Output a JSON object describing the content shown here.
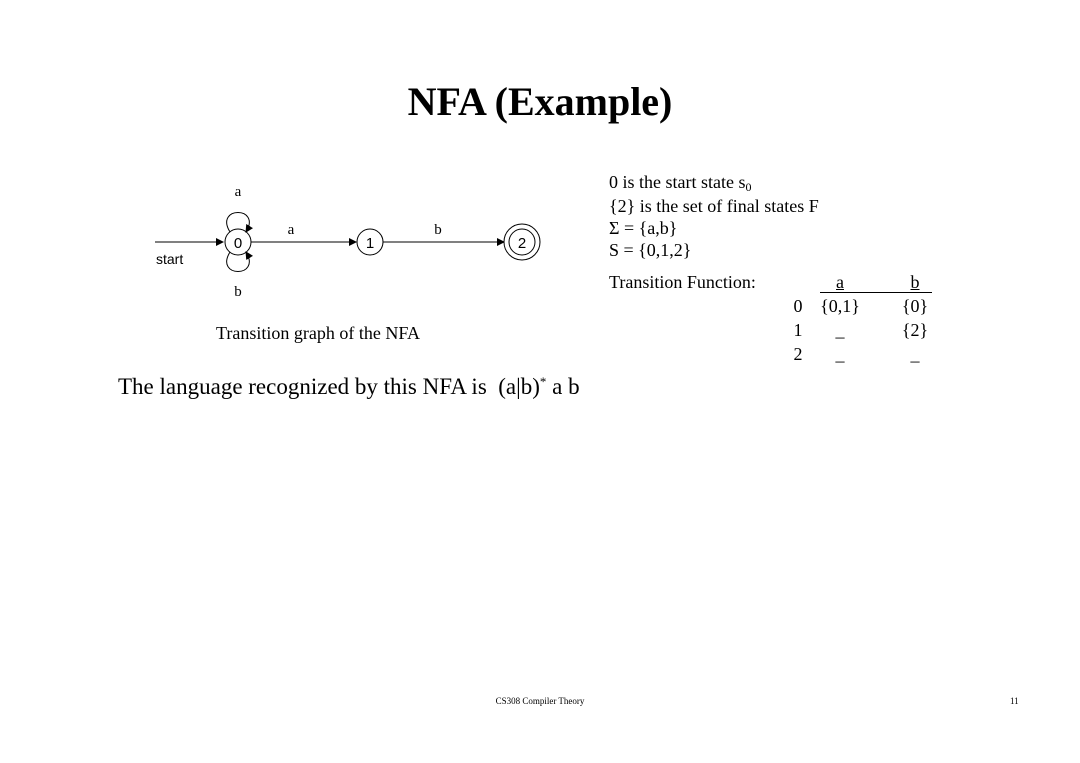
{
  "slide": {
    "title": "NFA (Example)"
  },
  "diagram": {
    "start_label": "start",
    "states": [
      "0",
      "1",
      "2"
    ],
    "transitions": [
      {
        "from": "0",
        "to": "1",
        "label": "a"
      },
      {
        "from": "1",
        "to": "2",
        "label": "b"
      }
    ],
    "self_loops": [
      {
        "state": "0",
        "label": "a",
        "position": "top"
      },
      {
        "state": "0",
        "label": "b",
        "position": "bottom"
      }
    ],
    "final_state": "2",
    "caption": "Transition graph of the NFA"
  },
  "info": {
    "start_state_text": "0  is the start state s",
    "start_state_sub": "0",
    "final_states_text": "{2} is the set of final states F",
    "alphabet_text": "Σ = {a,b}",
    "states_text": "S = {0,1,2}",
    "transition_function_label": "Transition Function:"
  },
  "transition_table": {
    "columns": [
      "a",
      "b"
    ],
    "rows": [
      {
        "state": "0",
        "a": "{0,1}",
        "b": "{0}"
      },
      {
        "state": "1",
        "a": "_",
        "b": "{2}"
      },
      {
        "state": "2",
        "a": "_",
        "b": "_"
      }
    ]
  },
  "language": {
    "prefix": "The language recognized by this NFA is",
    "regex_group": "(a|b)",
    "regex_star": "*",
    "regex_rest": "a b"
  },
  "footer": {
    "course": "CS308 Compiler Theory",
    "page": "11"
  }
}
